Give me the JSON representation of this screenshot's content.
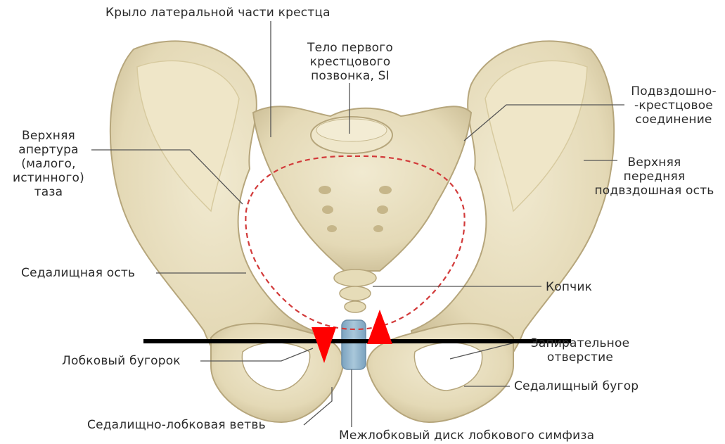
{
  "labels": {
    "sacrum_wing": "Крыло латеральной части крестца",
    "s1_body": "Тело первого\nкрестцового\nпозвонка, SI",
    "sacroiliac_joint": "Подвздошно-\n-крестцовое\nсоединение",
    "upper_aperture": "Верхняя\nапертура\n(малого,\nистинного)\nтаза",
    "asis": "Верхняя\nпередняя\nподвздошная ость",
    "ischial_spine": "Седалищная ость",
    "coccyx": "Копчик",
    "obturator_foramen": "Запирательное\nотверстие",
    "pubic_tubercle": "Лобковый бугорок",
    "ischial_tuberosity": "Седалищный бугор",
    "ischiopubic_ramus": "Седалищно-лобковая ветвь",
    "interpubic_disc": "Межлобковый диск лобкового симфиза"
  },
  "colors": {
    "bone": "#e8dfc0",
    "bone_shade": "#cfc19a",
    "bone_outline": "#b6a67c",
    "aperture_dash": "#d23a3a",
    "disc": "#8fb3cc",
    "marker": "#ff0000",
    "bar": "#000000",
    "leader": "#555555"
  }
}
